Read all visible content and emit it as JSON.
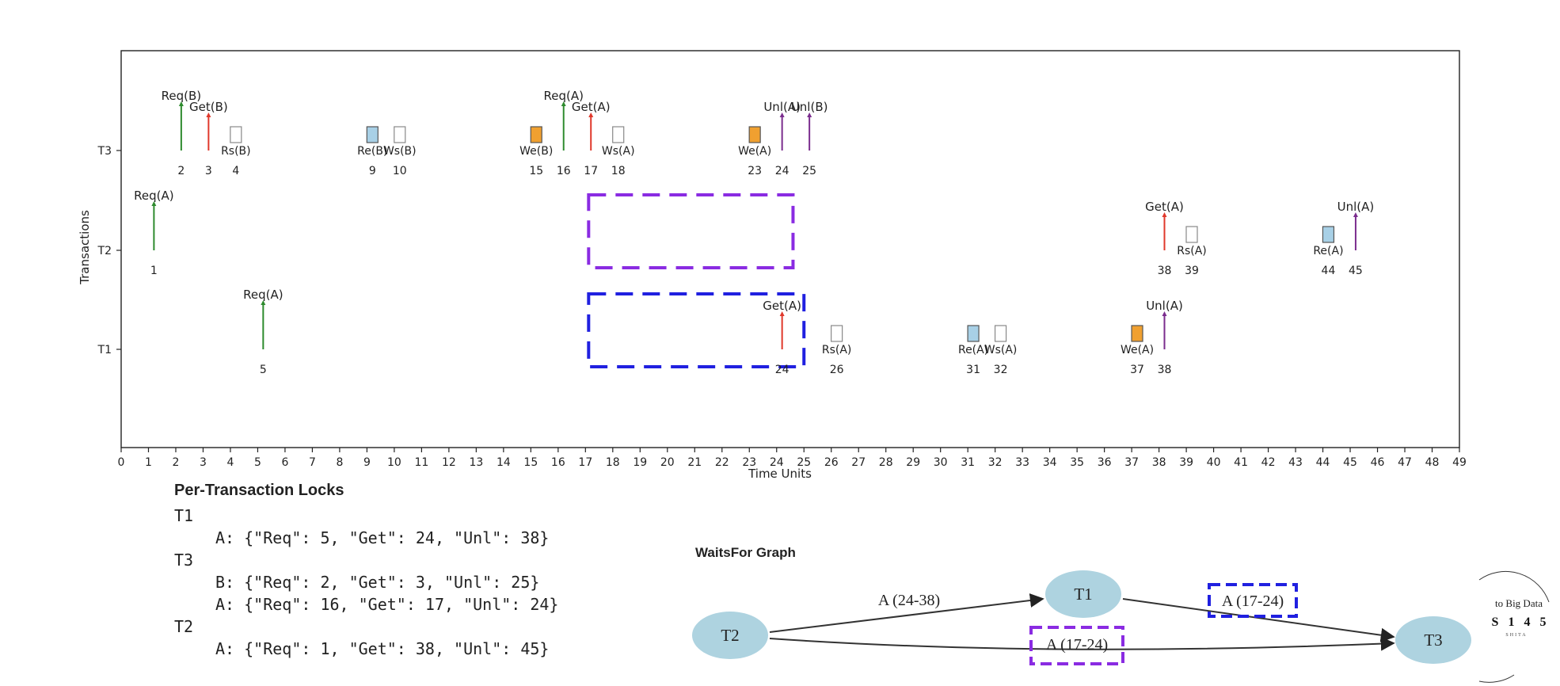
{
  "chart_data": {
    "type": "scatter",
    "title": "",
    "xlabel": "Time Units",
    "ylabel": "Transactions",
    "xlim": [
      0,
      49
    ],
    "x_ticks": [
      0,
      1,
      2,
      3,
      4,
      5,
      6,
      7,
      8,
      9,
      10,
      11,
      12,
      13,
      14,
      15,
      16,
      17,
      18,
      19,
      20,
      21,
      22,
      23,
      24,
      25,
      26,
      27,
      28,
      29,
      30,
      31,
      32,
      33,
      34,
      35,
      36,
      37,
      38,
      39,
      40,
      41,
      42,
      43,
      44,
      45,
      46,
      47,
      48,
      49
    ],
    "y_categories": [
      "T1",
      "T2",
      "T3"
    ],
    "grid": false,
    "legend": "none",
    "colors": {
      "Req": "#2e8b2e",
      "Get": "#e0382b",
      "Unl": "#7b2d8e",
      "Rs": "#ffffff",
      "Ws": "#ffffff",
      "Re": "#a8d0e6",
      "We": "#f0a030",
      "purple_box": "#8a2be2",
      "blue_box": "#2020e0"
    },
    "events": [
      {
        "txn": "T3",
        "t": 2,
        "x": 2.2,
        "kind": "Req",
        "label": "Req(B)"
      },
      {
        "txn": "T3",
        "t": 3,
        "x": 3.2,
        "kind": "Get",
        "label": "Get(B)"
      },
      {
        "txn": "T3",
        "t": 4,
        "x": 4.2,
        "kind": "Rs",
        "label": "Rs(B)"
      },
      {
        "txn": "T3",
        "t": 9,
        "x": 9.2,
        "kind": "Re",
        "label": "Re(B)"
      },
      {
        "txn": "T3",
        "t": 10,
        "x": 10.2,
        "kind": "Ws",
        "label": "Ws(B)"
      },
      {
        "txn": "T3",
        "t": 15,
        "x": 15.2,
        "kind": "We",
        "label": "We(B)"
      },
      {
        "txn": "T3",
        "t": 16,
        "x": 16.2,
        "kind": "Req",
        "label": "Req(A)"
      },
      {
        "txn": "T3",
        "t": 17,
        "x": 17.2,
        "kind": "Get",
        "label": "Get(A)"
      },
      {
        "txn": "T3",
        "t": 18,
        "x": 18.2,
        "kind": "Ws",
        "label": "Ws(A)"
      },
      {
        "txn": "T3",
        "t": 23,
        "x": 23.2,
        "kind": "We",
        "label": "We(A)"
      },
      {
        "txn": "T3",
        "t": 24,
        "x": 24.2,
        "kind": "Unl",
        "label": "Unl(A)"
      },
      {
        "txn": "T3",
        "t": 25,
        "x": 25.2,
        "kind": "Unl",
        "label": "Unl(B)"
      },
      {
        "txn": "T2",
        "t": 1,
        "x": 1.2,
        "kind": "Req",
        "label": "Req(A)"
      },
      {
        "txn": "T2",
        "t": 38,
        "x": 38.2,
        "kind": "Get",
        "label": "Get(A)"
      },
      {
        "txn": "T2",
        "t": 39,
        "x": 39.2,
        "kind": "Rs",
        "label": "Rs(A)"
      },
      {
        "txn": "T2",
        "t": 44,
        "x": 44.2,
        "kind": "Re",
        "label": "Re(A)"
      },
      {
        "txn": "T2",
        "t": 45,
        "x": 45.2,
        "kind": "Unl",
        "label": "Unl(A)"
      },
      {
        "txn": "T1",
        "t": 5,
        "x": 5.2,
        "kind": "Req",
        "label": "Req(A)"
      },
      {
        "txn": "T1",
        "t": 24,
        "x": 24.2,
        "kind": "Get",
        "label": "Get(A)"
      },
      {
        "txn": "T1",
        "t": 26,
        "x": 26.2,
        "kind": "Rs",
        "label": "Rs(A)"
      },
      {
        "txn": "T1",
        "t": 31,
        "x": 31.2,
        "kind": "Re",
        "label": "Re(A)"
      },
      {
        "txn": "T1",
        "t": 32,
        "x": 32.2,
        "kind": "Ws",
        "label": "Ws(A)"
      },
      {
        "txn": "T1",
        "t": 37,
        "x": 37.2,
        "kind": "We",
        "label": "We(A)"
      },
      {
        "txn": "T1",
        "t": 38,
        "x": 38.2,
        "kind": "Unl",
        "label": "Unl(A)"
      }
    ],
    "highlight_boxes": [
      {
        "txn": "T2",
        "x_from": 17,
        "x_to": 24.6,
        "style": "purple_box"
      },
      {
        "txn": "T1",
        "x_from": 17,
        "x_to": 25,
        "style": "blue_box"
      }
    ]
  },
  "locks": {
    "title": "Per-Transaction Locks",
    "t1": {
      "name": "T1",
      "entry1": "A: {\"Req\": 5, \"Get\": 24, \"Unl\": 38}"
    },
    "t3": {
      "name": "T3",
      "entry1": "B: {\"Req\": 2, \"Get\": 3, \"Unl\": 25}",
      "entry2": "A: {\"Req\": 16, \"Get\": 17, \"Unl\": 24}"
    },
    "t2": {
      "name": "T2",
      "entry1": "A: {\"Req\": 1, \"Get\": 38, \"Unl\": 45}"
    }
  },
  "waits_for": {
    "title": "WaitsFor Graph",
    "nodes": {
      "t1": "T1",
      "t2": "T2",
      "t3": "T3"
    },
    "edges": {
      "t2_t1": "A (24-38)",
      "t1_t3": "A (17-24)",
      "t2_t3": "A (17-24)"
    }
  },
  "logo": {
    "line1": "to Big Data",
    "line2": "S 1 4 5",
    "line3": "SHITA"
  }
}
